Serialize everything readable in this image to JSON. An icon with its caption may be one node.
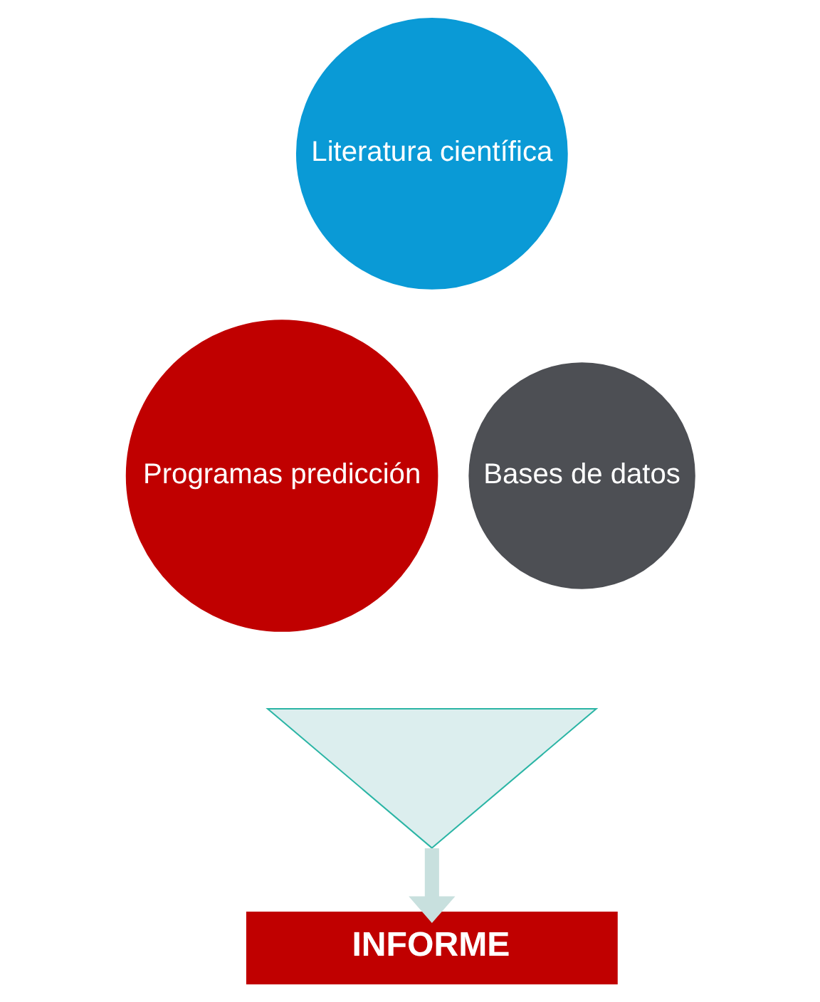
{
  "diagram": {
    "nodes": [
      {
        "text": [
          "Literatura científica"
        ]
      },
      {
        "text": [
          "Programas predicción"
        ]
      },
      {
        "text": [
          "Bases de datos"
        ]
      },
      {
        "text": [],
        "shape": "funnel"
      },
      {
        "text": [
          "INFORME"
        ]
      }
    ],
    "edges": [
      {
        "from": 3,
        "to": 4,
        "arrow": "to"
      }
    ]
  }
}
